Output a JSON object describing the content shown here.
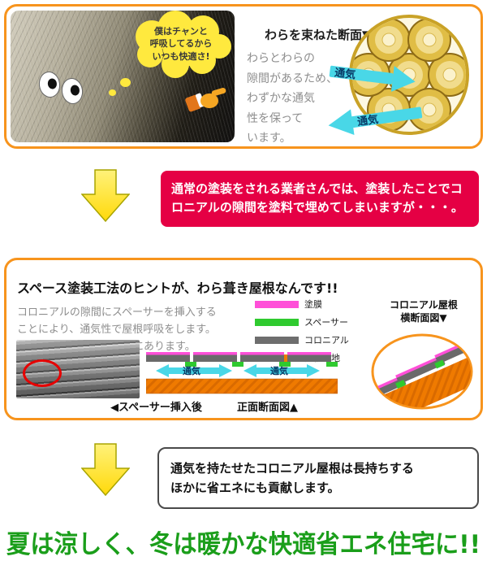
{
  "colors": {
    "panel_border_orange": "#f7941d",
    "callout_red": "#e50044",
    "vent_cyan": "#49d7e7",
    "arrow_yellow": "#ffe416",
    "headline_green": "#1a9e1a",
    "legend_magenta": "#ff4fd8",
    "legend_green": "#2fca2f",
    "legend_gray": "#6e6e6e",
    "legend_orange": "#ef7a00"
  },
  "section1": {
    "bubble_text": "僕はチャンと\n呼吸してるから\nいつも快適さ!",
    "heading": "わらを束ねた断面▼",
    "body": "わらとわらの\n隙間があるため、\nわずかな通気\n性を保って\nいます。",
    "vent_label_top": "通気",
    "vent_label_bottom": "通気"
  },
  "callout1": {
    "text": "通常の塗装をされる業者さんでは、塗装したことでコロニアルの隙間を塗料で埋めてしまいますが・・・。"
  },
  "section2": {
    "title": "スペース塗装工法のヒントが、わら葺き屋根なんです!!",
    "body": "コロニアルの隙間にスペーサーを挿入する\nことにより、通気性で屋根呼吸をします。\n快適な環境の秘密がここにあります。",
    "legend": [
      {
        "label": "塗膜",
        "color": "#ff4fd8"
      },
      {
        "label": "スペーサー",
        "color": "#2fca2f"
      },
      {
        "label": "コロニアル",
        "color": "#6e6e6e"
      },
      {
        "label": "屋根下地",
        "color": "#ef7a00"
      }
    ],
    "side_label": "コロニアル屋根\n横断面図▼",
    "vent_label_left": "通気",
    "vent_label_right": "通気",
    "caption_left": "◀スペーサー挿入後",
    "caption_right": "正面断面図▲"
  },
  "callout2": {
    "text": "通気を持たせたコロニアル屋根は長持ちする\nほかに省エネにも貢献します。"
  },
  "footer": {
    "headline": "夏は涼しく、冬は暖かな快適省エネ住宅に!!"
  }
}
